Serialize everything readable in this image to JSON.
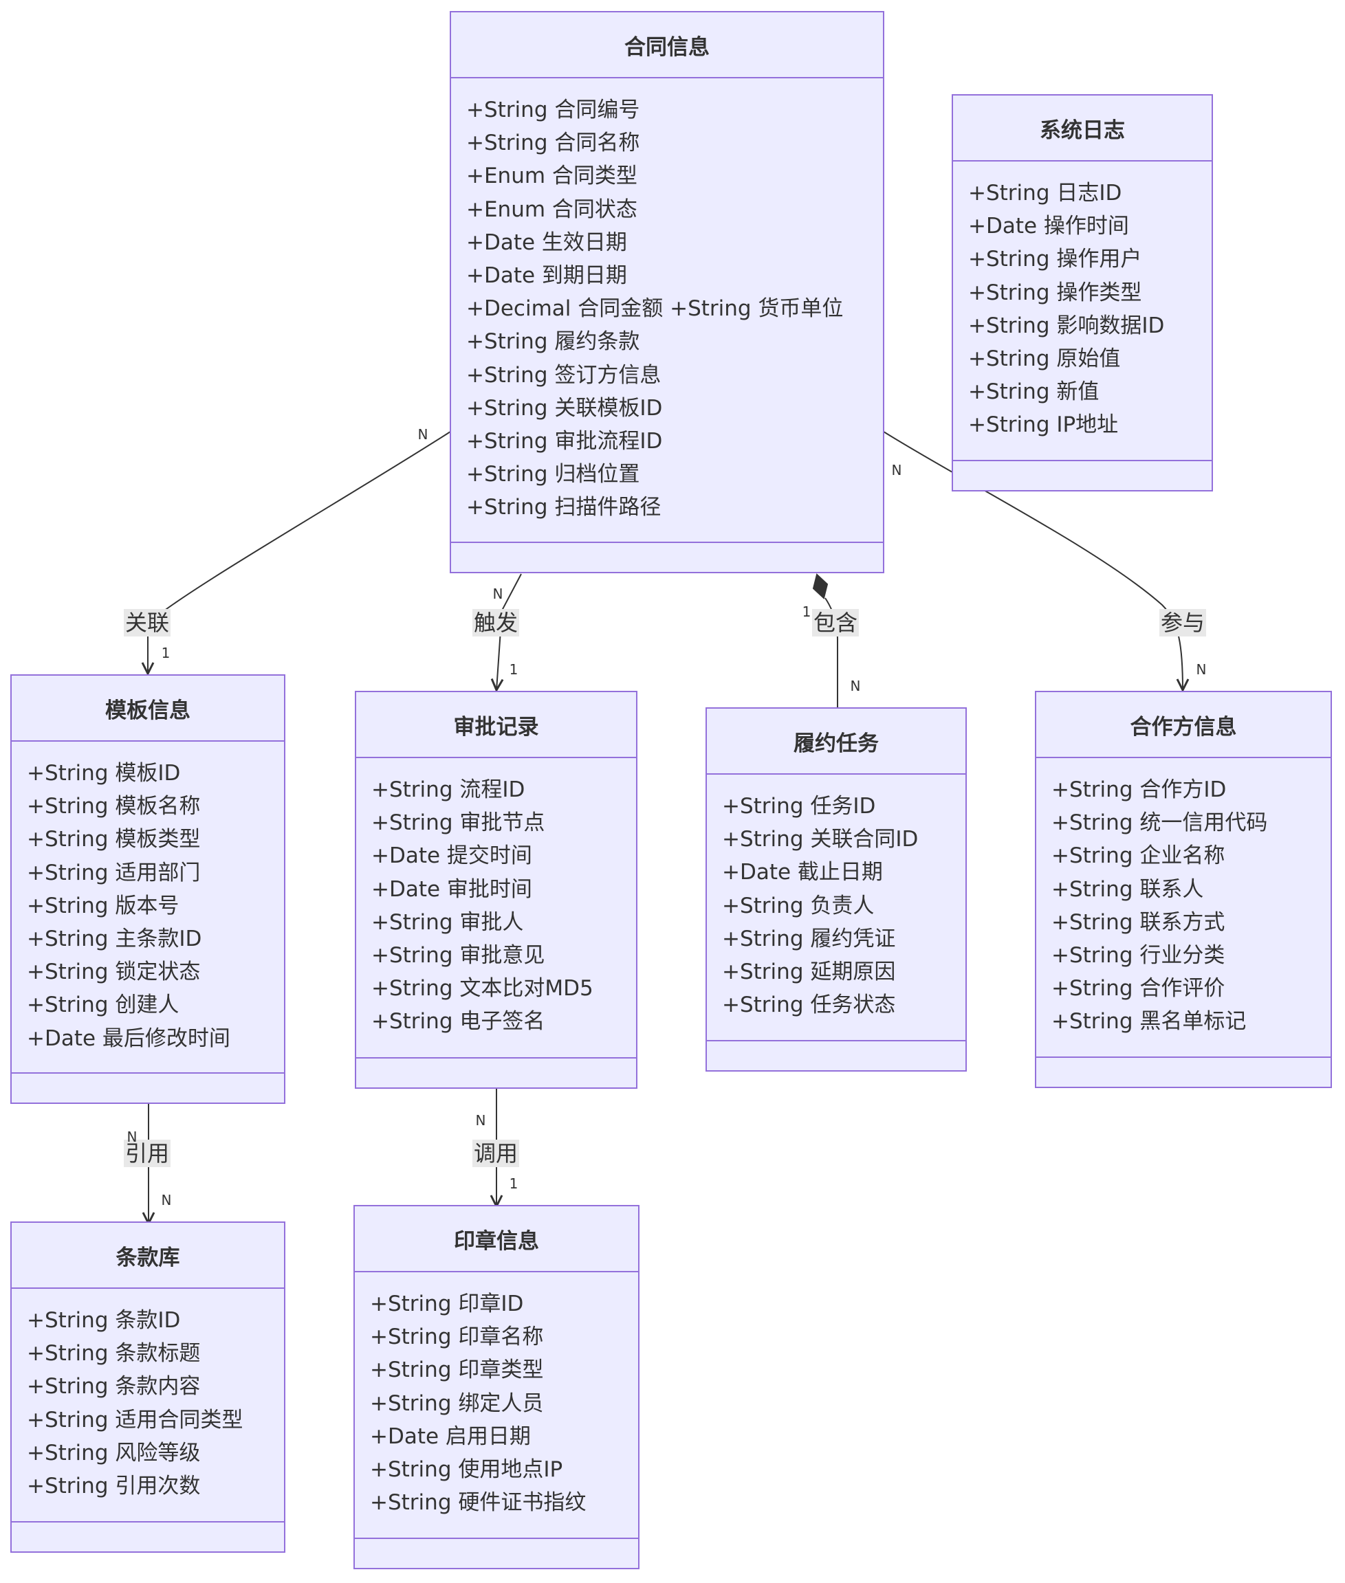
{
  "classes": {
    "contract": {
      "name": "合同信息",
      "attributes": [
        "+String 合同编号",
        "+String 合同名称",
        "+Enum 合同类型",
        "+Enum 合同状态",
        "+Date 生效日期",
        "+Date 到期日期",
        "+Decimal 合同金额 +String 货币单位",
        "+String 履约条款",
        "+String 签订方信息",
        "+String 关联模板ID",
        "+String 审批流程ID",
        "+String 归档位置",
        "+String 扫描件路径"
      ]
    },
    "syslog": {
      "name": "系统日志",
      "attributes": [
        "+String 日志ID",
        "+Date 操作时间",
        "+String 操作用户",
        "+String 操作类型",
        "+String 影响数据ID",
        "+String 原始值",
        "+String 新值",
        "+String IP地址"
      ]
    },
    "template": {
      "name": "模板信息",
      "attributes": [
        "+String 模板ID",
        "+String 模板名称",
        "+String 模板类型",
        "+String 适用部门",
        "+String 版本号",
        "+String 主条款ID",
        "+String 锁定状态",
        "+String 创建人",
        "+Date 最后修改时间"
      ]
    },
    "approval": {
      "name": "审批记录",
      "attributes": [
        "+String 流程ID",
        "+String 审批节点",
        "+Date 提交时间",
        "+Date 审批时间",
        "+String 审批人",
        "+String 审批意见",
        "+String 文本比对MD5",
        "+String 电子签名"
      ]
    },
    "task": {
      "name": "履约任务",
      "attributes": [
        "+String 任务ID",
        "+String 关联合同ID",
        "+Date 截止日期",
        "+String 负责人",
        "+String 履约凭证",
        "+String 延期原因",
        "+String 任务状态"
      ]
    },
    "partner": {
      "name": "合作方信息",
      "attributes": [
        "+String 合作方ID",
        "+String 统一信用代码",
        "+String 企业名称",
        "+String 联系人",
        "+String 联系方式",
        "+String 行业分类",
        "+String 合作评价",
        "+String 黑名单标记"
      ]
    },
    "clause": {
      "name": "条款库",
      "attributes": [
        "+String 条款ID",
        "+String 条款标题",
        "+String 条款内容",
        "+String 适用合同类型",
        "+String 风险等级",
        "+String 引用次数"
      ]
    },
    "seal": {
      "name": "印章信息",
      "attributes": [
        "+String 印章ID",
        "+String 印章名称",
        "+String 印章类型",
        "+String 绑定人员",
        "+Date 启用日期",
        "+String 使用地点IP",
        "+String 硬件证书指纹"
      ]
    }
  },
  "relations": [
    {
      "from": "contract",
      "to": "template",
      "label": "关联",
      "from_mult": "N",
      "to_mult": "1",
      "kind": "association"
    },
    {
      "from": "contract",
      "to": "approval",
      "label": "触发",
      "from_mult": "N",
      "to_mult": "1",
      "kind": "association"
    },
    {
      "from": "contract",
      "to": "task",
      "label": "包含",
      "from_mult": "1",
      "to_mult": "N",
      "kind": "composition"
    },
    {
      "from": "contract",
      "to": "partner",
      "label": "参与",
      "from_mult": "N",
      "to_mult": "N",
      "kind": "association"
    },
    {
      "from": "template",
      "to": "clause",
      "label": "引用",
      "from_mult": "N",
      "to_mult": "N",
      "kind": "association"
    },
    {
      "from": "approval",
      "to": "seal",
      "label": "调用",
      "from_mult": "N",
      "to_mult": "1",
      "kind": "association"
    }
  ],
  "colors": {
    "fill": "#ececff",
    "stroke": "#9370db",
    "text": "#333333",
    "edge": "#333333",
    "label_bg": "#e8e8e8"
  }
}
